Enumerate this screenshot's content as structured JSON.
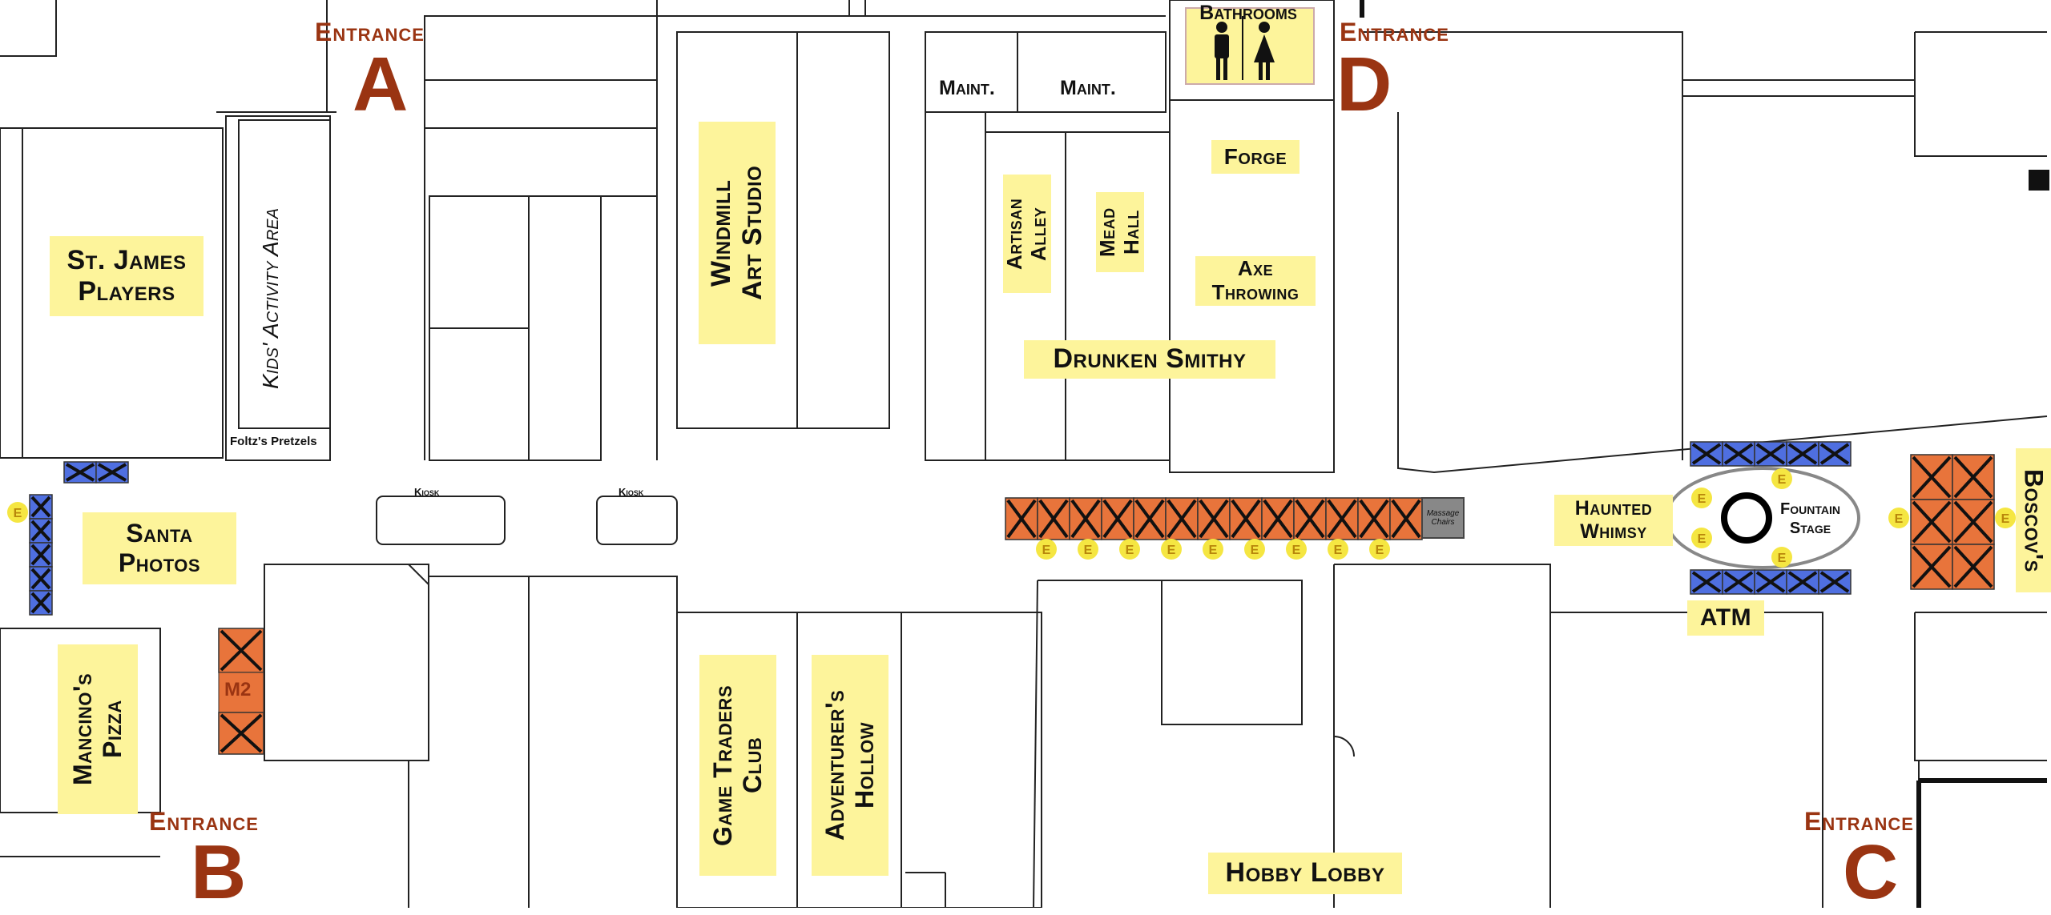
{
  "entrances": {
    "word": "Entrance",
    "a": "A",
    "b": "B",
    "c": "C",
    "d": "D"
  },
  "stores": {
    "st_james": "St. James\nPlayers",
    "santa": "Santa\nPhotos",
    "mancinos": "Mancino's\nPizza",
    "windmill": "Windmill\nArt Studio",
    "artisan": "Artisan\nAlley",
    "mead": "Mead\nHall",
    "forge": "Forge",
    "axe": "Axe\nThrowing",
    "drunken": "Drunken Smithy",
    "game_traders": "Game Traders\nClub",
    "adventurers": "Adventurer's\nHollow",
    "hobby_lobby": "Hobby Lobby",
    "haunted": "Haunted\nWhimsy",
    "atm": "ATM",
    "boscovs": "Boscov's",
    "bathrooms": "Bathrooms"
  },
  "labels": {
    "kids_area": "Kids' Activity Area",
    "foltz": "Foltz's Pretzels",
    "kiosk": "Kiosk",
    "maint": "Maint.",
    "fountain": "Fountain\nStage",
    "massage": "Massage\nChairs",
    "m2": "M2",
    "e": "E"
  },
  "colors": {
    "label_bg": "#fdf49b",
    "entrance": "#9a3412",
    "vendor_orange": "#e8743b",
    "vendor_blue": "#4f6fe0",
    "e_marker": "#f5e642"
  }
}
